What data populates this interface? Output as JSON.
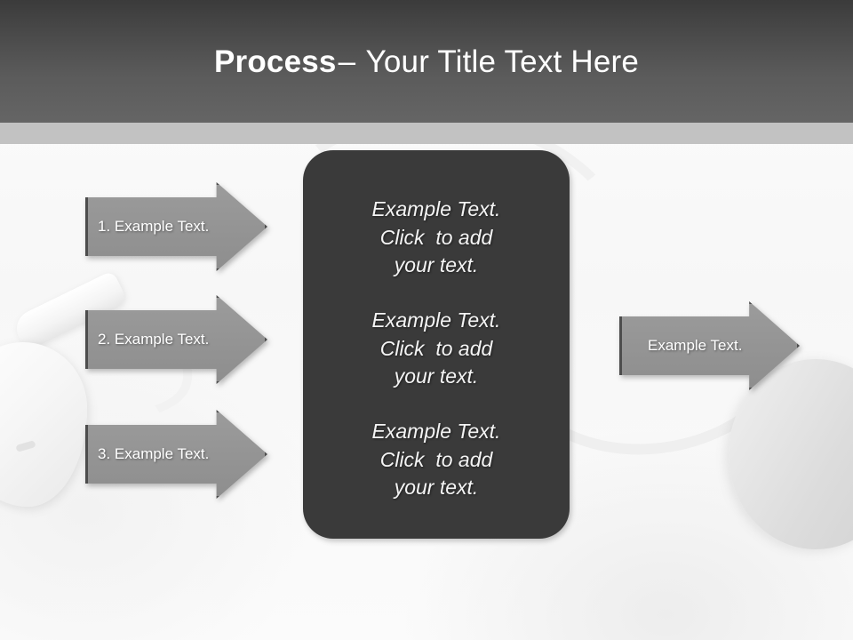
{
  "slide": {
    "title": {
      "strong": "Process",
      "dash": "–",
      "rest": "Your Title Text Here"
    },
    "theme": {
      "header_top_color": "#3b3b3b",
      "header_bottom_color": "#656565",
      "header_band_color": "#c2c2c2",
      "panel_color": "#3a3a3a",
      "arrow_fill_color": "#959595",
      "arrow_border_color": "#4d4d4d",
      "text_color": "#ffffff",
      "background_color": "#fbfbfb"
    },
    "left_arrows": [
      {
        "label": "1. Example Text."
      },
      {
        "label": "2. Example Text."
      },
      {
        "label": "3. Example Text."
      }
    ],
    "center_panel": {
      "blocks": [
        {
          "line1": "Example Text.",
          "line2": "Click  to add",
          "line3": "your text."
        },
        {
          "line1": "Example Text.",
          "line2": "Click  to add",
          "line3": "your text."
        },
        {
          "line1": "Example Text.",
          "line2": "Click  to add",
          "line3": "your text."
        }
      ]
    },
    "right_arrow": {
      "label": "Example Text."
    }
  }
}
